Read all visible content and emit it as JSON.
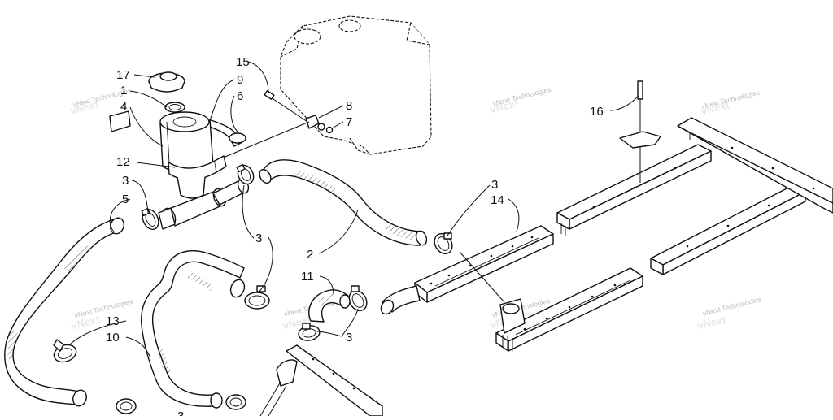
{
  "callouts": [
    "1",
    "2",
    "3",
    "4",
    "5",
    "6",
    "7",
    "8",
    "9",
    "10",
    "11",
    "12",
    "13",
    "14",
    "15",
    "16",
    "17"
  ],
  "watermark": {
    "text": "vNext Technologies",
    "color": "#bbbbbb"
  },
  "colors": {
    "line": "#111111",
    "background": "#ffffff"
  }
}
